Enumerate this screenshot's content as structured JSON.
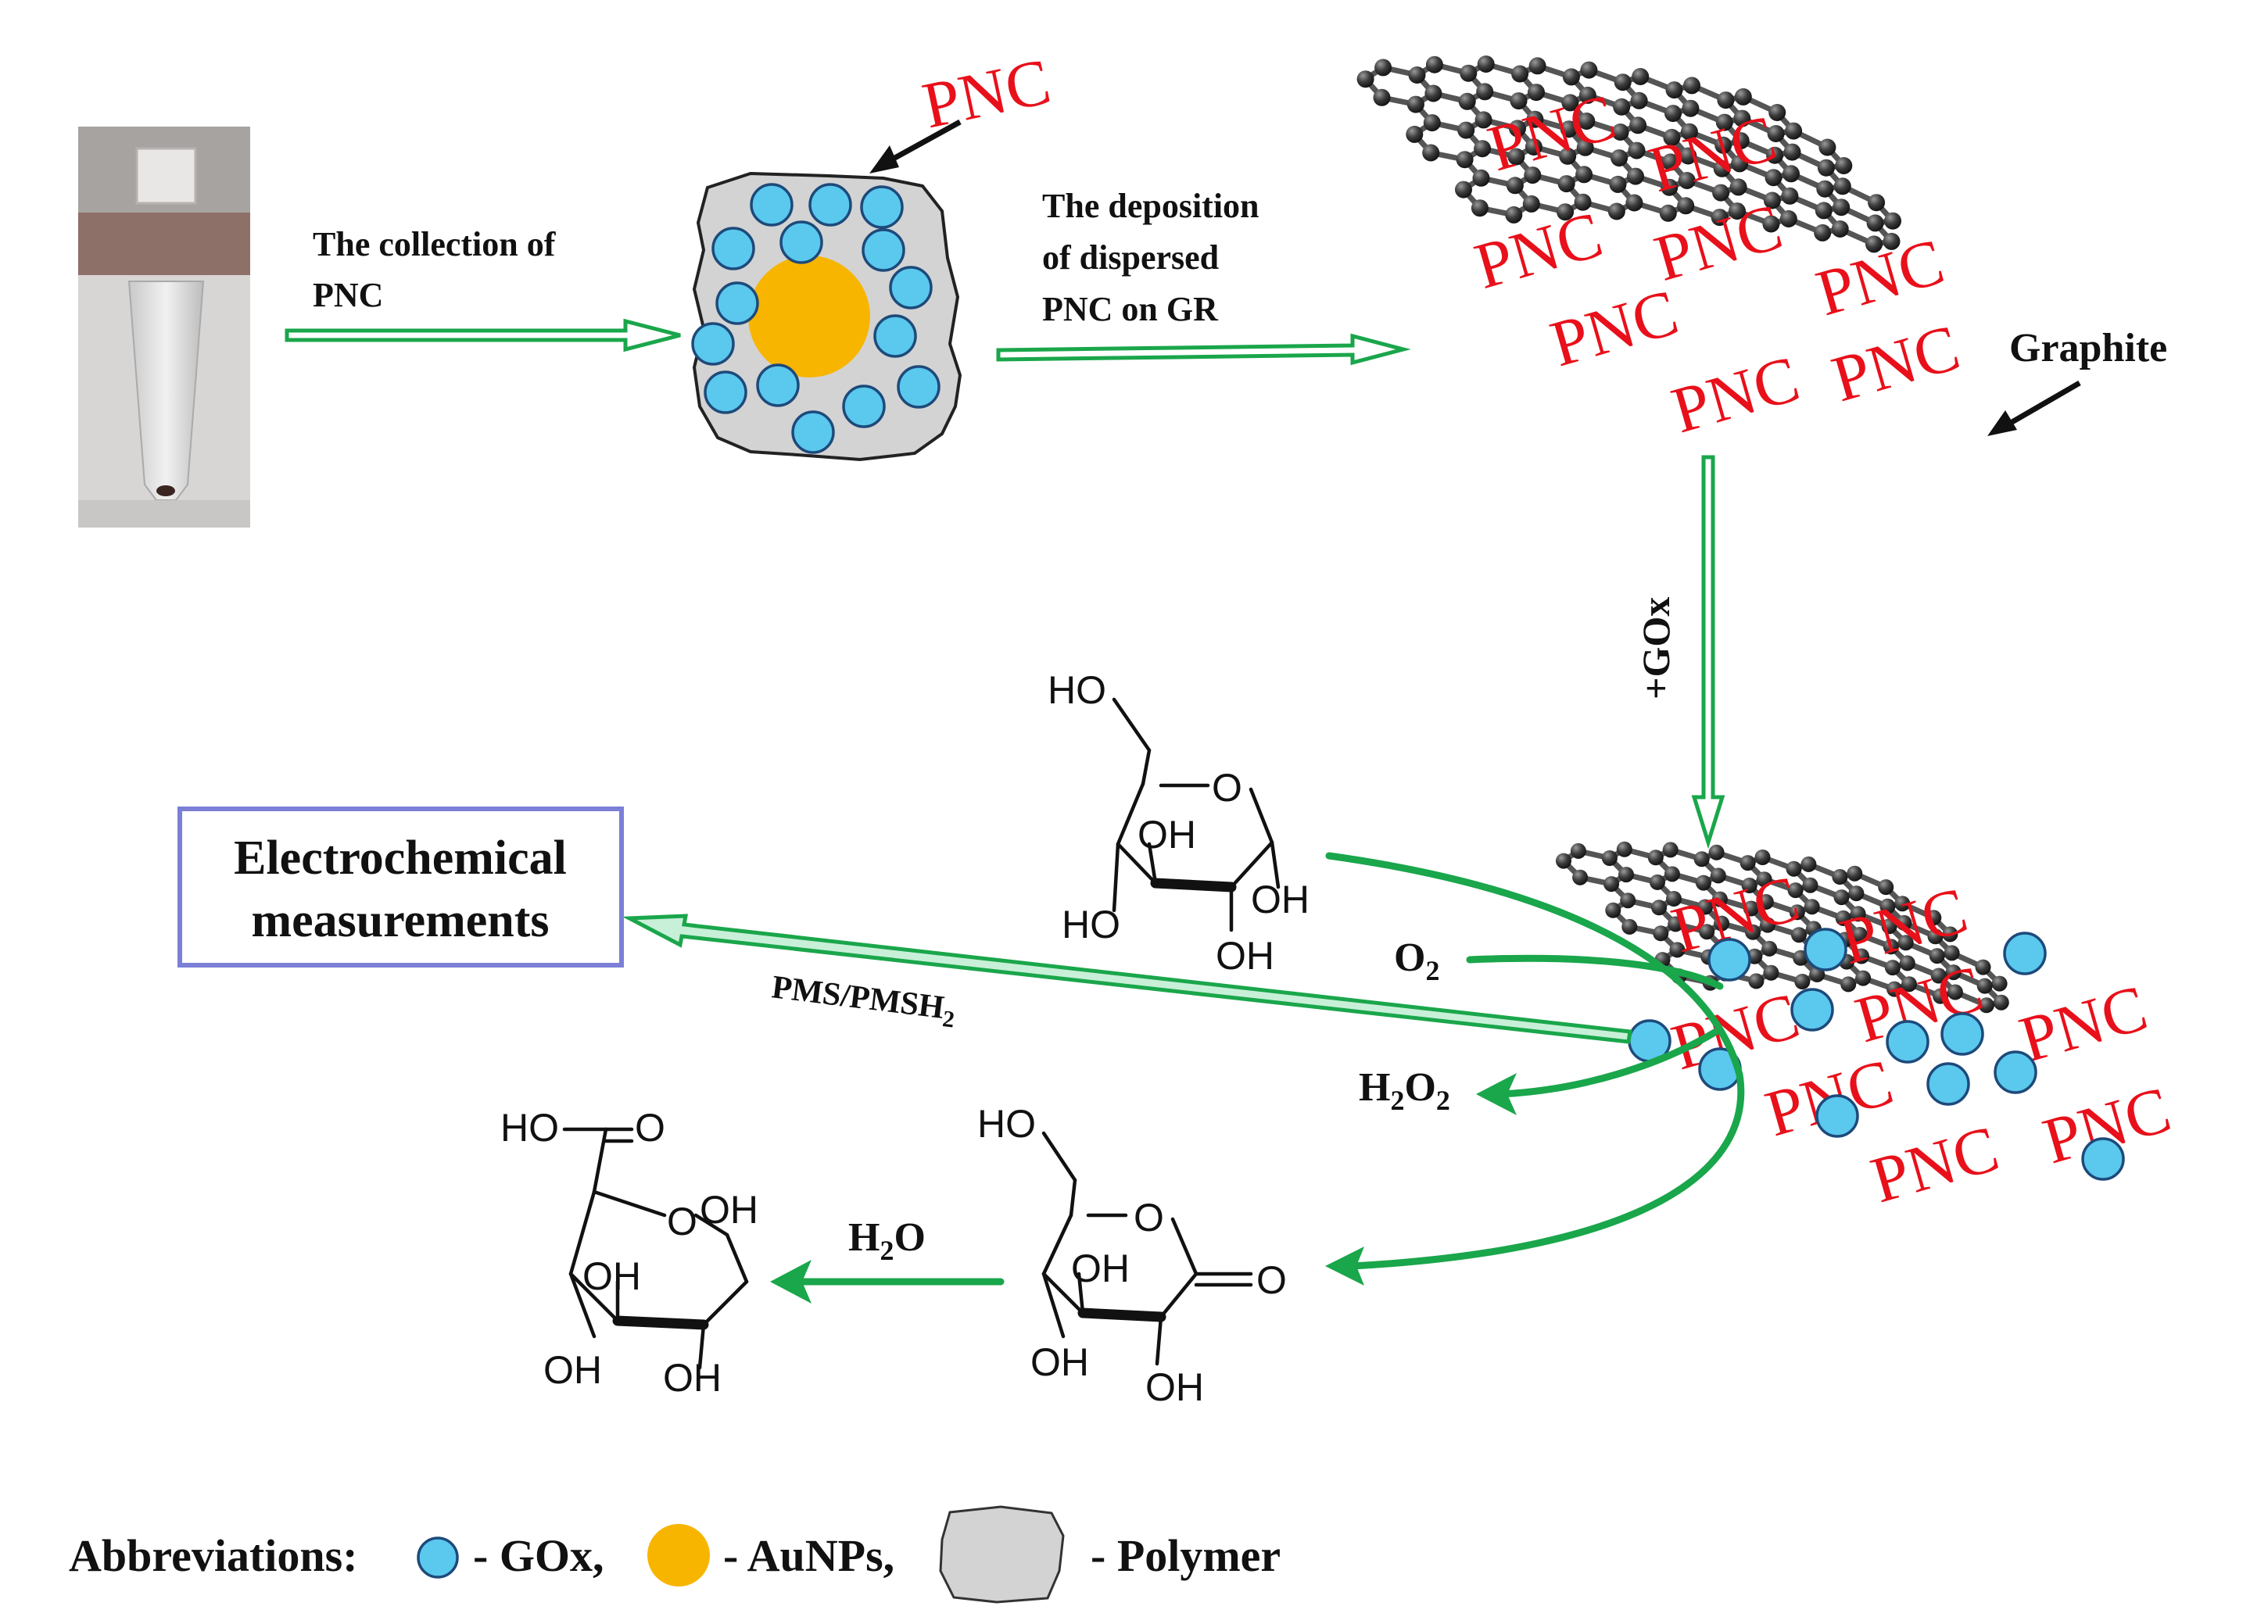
{
  "steps": {
    "collection_label": [
      "The  collection  of",
      "PNC"
    ],
    "deposition_label": [
      "The      deposition",
      "of          dispersed",
      "PNC on GR"
    ],
    "gox_label": "+GOx",
    "graphite_label": "Graphite",
    "pnc_label": "PNC"
  },
  "reaction": {
    "o2_label": "O",
    "o2_sub": "2",
    "h2o2_h": "H",
    "h2o2_sub1": "2",
    "h2o2_o": "O",
    "h2o2_sub2": "2",
    "h2o_h": "H",
    "h2o_sub": "2",
    "h2o_o": "O",
    "mediator_label": "PMS/PMSH",
    "mediator_sub": "2"
  },
  "measurement_box": {
    "line1": "Electrochemical",
    "line2": "measurements",
    "border_color": "#7b7fd6"
  },
  "molecules": {
    "glucose": {
      "ho_top": "HO",
      "o_ring": "O",
      "oh_inner": "OH",
      "ho_left": "HO",
      "oh_right": "OH",
      "oh_bottom": "OH"
    },
    "gluconolactone": {
      "ho_top": "HO",
      "o_ring": "O",
      "carbonyl_o": "O",
      "oh_inner": "OH",
      "oh_left": "OH",
      "oh_bottom": "OH"
    },
    "gluconic_acid": {
      "ho": "HO",
      "o_carboxyl": "O",
      "o_ring": "O",
      "oh_right": "OH",
      "oh_inner": "OH",
      "oh_left": "OH",
      "oh_bottom": "OH"
    }
  },
  "legend": {
    "title": "Abbreviations:",
    "gox": "- GOx,",
    "aunps": "- AuNPs,",
    "polymer": "- Polymer"
  },
  "colors": {
    "arrow_green": "#1aa64b",
    "gox_blue": "#5bc8ee",
    "aunp_yellow": "#f7b500",
    "polymer_gray": "#d3d3d3",
    "pnc_red": "#e8101a"
  }
}
